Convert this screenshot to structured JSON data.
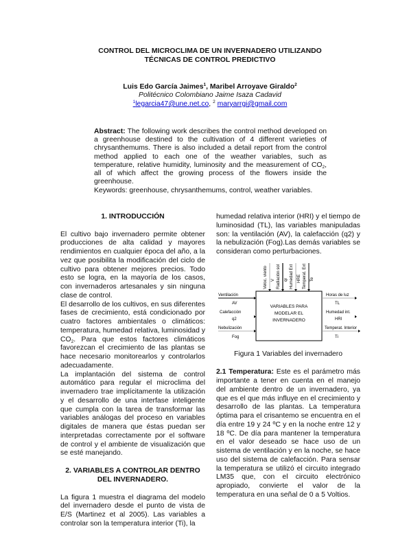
{
  "title": {
    "line1": "CONTROL DEL MICROCLIMA DE UN INVERNADERO UTILIZANDO",
    "line2": "TÉCNICAS DE CONTROL PREDICTIVO"
  },
  "authors": {
    "author1": "Luis Edo García Jaimes",
    "author1_sup": "1",
    "sep": ", ",
    "author2": "Maribel Arroyave Giraldo",
    "author2_sup": "2",
    "affiliation": "Politécnico Colombiano Jaime Isaza Cadavid",
    "email1_sup": "1",
    "email1": "legarcia47@une.net.co",
    "email_sep": ", ",
    "email2_sup": "2",
    "email2": "maryarrgi@gmail.com"
  },
  "abstract": {
    "label": "Abstract:",
    "text_before_co2": " The following work describes the control method developed on a greenhouse destined to the cultivation of 4 different varieties of chrysanthemums. There is also included a detail report from the control method applied to each one of the weather variables, such as temperature, relative humidity, luminosity and the measurement of CO",
    "co2_sub": "2",
    "text_after_co2": ", all of which affect the growing process of the flowers inside the greenhouse.",
    "keywords": "Keywords: greenhouse, chrysanthemums, control, weather variables."
  },
  "section1": {
    "heading": "1.    INTRODUCCIÓN",
    "p1": "El cultivo bajo invernadero permite obtener producciones de alta calidad y mayores rendimientos en cualquier época del año, a la vez que posibilita la modificación del ciclo de cultivo para obtener mejores precios. Todo esto se logra, en la mayoría de los casos, con invernaderos artesanales y sin ninguna clase de control.",
    "p2_before": "El desarrollo de los cultivos, en sus diferentes fases de crecimiento, está condicionado por cuatro factores ambientales o climáticos: temperatura, humedad relativa, luminosidad y CO",
    "p2_sub": "2",
    "p2_after": ". Para que estos factores climáticos favorezcan el crecimiento de las plantas se hace necesario monitorearlos y controlarlos adecuadamente.",
    "p3": "La implantación del sistema de control automático para regular el  microclima del invernadero trae implícitamente la utilización y el desarrollo de una interfase inteligente que cumpla con la tarea de transformar las variables análogas del proceso en variables digitales de manera que éstas puedan ser interpretadas correctamente por el software de control y el ambiente de visualización que se esté manejando."
  },
  "section2": {
    "heading_line1": "2. VARIABLES A CONTROLAR DENTRO",
    "heading_line2": "DEL INVERNADERO.",
    "p1": "La figura 1 muestra el diagrama del modelo del invernadero desde el punto de vista de E/S (Martinez et al 2005). Las variables a controlar son la temperatura interior (Ti), la",
    "p1_cont": "humedad relativa interior (HRI) y el tiempo de luminosidad (TL), las variables manipuladas son: la ventilación (AV), la calefacción (q2) y la nebulización (Fog).Las demás variables se consideran como perturbaciones.",
    "sub_heading": "2.1 Temperatura:",
    "sub_text": " Este es el parámetro más importante a tener en cuenta en el manejo del ambiente dentro de un invernadero, ya que es el que más influye en el crecimiento y desarrollo de las plantas. La temperatura óptima para el crisantemo se encuentra en el día entre 19 y 24 ºC y en la noche entre 12 y 18 ºC. De día  para mantener la temperatura en el valor deseado se hace uso de un sistema de ventilación y en la noche, se hace uso del sistema de calefacción. Para sensar la temperatura se utilizó el circuito integrado LM35 que, con el circuito electrónico apropiado, convierte el valor de la temperatura en una señal de 0 a 5 Voltios."
  },
  "figure1": {
    "caption": "Figura 1 Variables del invernadero",
    "box_lines": [
      "VARIABLES PARA",
      "MODELAR EL",
      "INVERNADERO"
    ],
    "top_inputs": [
      {
        "label": "Veloc. viento",
        "symbol": "V"
      },
      {
        "label": "Radiación sol",
        "symbol": "qr"
      },
      {
        "label": "Humedad Ext",
        "symbol": "HRE"
      },
      {
        "label": "Temperat. Ext",
        "symbol": "Te"
      }
    ],
    "left_inputs": [
      {
        "label": "Ventilación",
        "symbol": "AV"
      },
      {
        "label": "Calefacción",
        "symbol": "q2"
      },
      {
        "label": "Nebulización",
        "symbol": "Fog"
      }
    ],
    "outputs": [
      {
        "label": "Horas de luz",
        "symbol": "TL"
      },
      {
        "label": "Humedad int.",
        "symbol": "HRI"
      },
      {
        "label": "Temperat. Interior",
        "symbol": "Ti"
      }
    ]
  }
}
